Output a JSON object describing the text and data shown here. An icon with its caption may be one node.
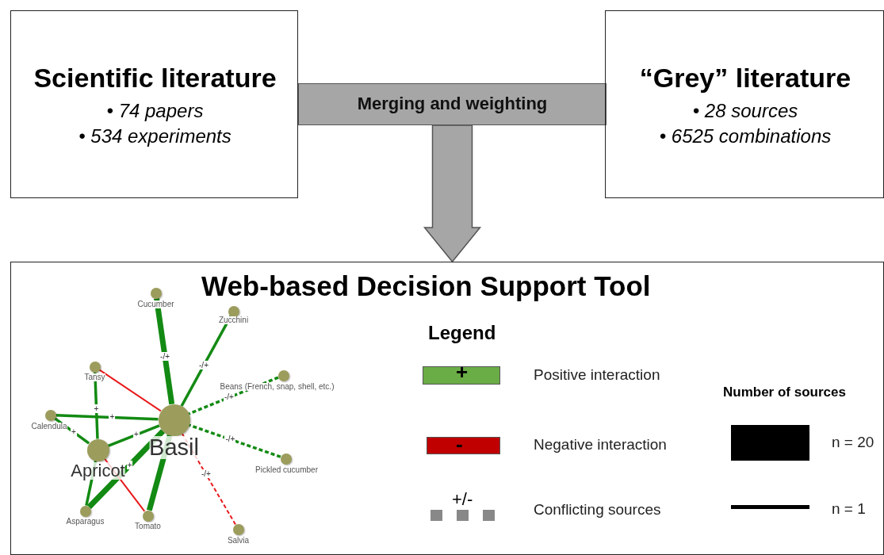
{
  "diagram": {
    "nodes": [
      {
        "text": [
          "Scientific literature",
          "• 74 papers",
          "• 534 experiments"
        ]
      },
      {
        "text": [
          "Merging and weighting"
        ]
      },
      {
        "text": [
          "“Grey” literature",
          "• 28 sources",
          "• 6525 combinations"
        ]
      },
      {
        "text": [
          "Web-based Decision Support Tool"
        ]
      },
      {
        "text": [],
        "shape": "circle",
        "in": 3,
        "beside": [
          "Cucumber"
        ]
      },
      {
        "text": [],
        "shape": "circle",
        "in": 3,
        "beside": [
          "Zucchini"
        ]
      },
      {
        "text": [],
        "shape": "circle",
        "in": 3,
        "beside": [
          "Tansy"
        ]
      },
      {
        "text": [],
        "shape": "circle",
        "in": 3,
        "beside": [
          "Beans (French, snap, shell, etc.)"
        ]
      },
      {
        "text": [],
        "shape": "circle",
        "in": 3,
        "beside": [
          "Calendula"
        ]
      },
      {
        "text": [],
        "shape": "circle",
        "in": 3,
        "beside": [
          "Basil"
        ]
      },
      {
        "text": [],
        "shape": "circle",
        "in": 3,
        "beside": [
          "Apricot"
        ]
      },
      {
        "text": [],
        "shape": "circle",
        "in": 3,
        "beside": [
          "Pickled cucumber"
        ]
      },
      {
        "text": [],
        "shape": "circle",
        "in": 3,
        "beside": [
          "Asparagus"
        ]
      },
      {
        "text": [],
        "shape": "circle",
        "in": 3,
        "beside": [
          "Tomato"
        ]
      },
      {
        "text": [],
        "shape": "circle",
        "in": 3,
        "beside": [
          "Salvia"
        ]
      }
    ],
    "edges": [
      {
        "from": 1,
        "to": 3,
        "arrow": "to",
        "style": "thick",
        "color": "#a6a6a6"
      },
      {
        "from": 4,
        "to": 9,
        "arrow": "none",
        "label": "-/+",
        "style": "thick"
      },
      {
        "from": 5,
        "to": 9,
        "arrow": "none",
        "label": "-/+"
      },
      {
        "from": 6,
        "to": 9,
        "arrow": "none",
        "color": "#e8191c"
      },
      {
        "from": 7,
        "to": 9,
        "arrow": "none",
        "label": "-/+",
        "style": "dashed"
      },
      {
        "from": 8,
        "to": 9,
        "arrow": "none",
        "label": "+"
      },
      {
        "from": 6,
        "to": 10,
        "arrow": "none",
        "label": "+"
      },
      {
        "from": 8,
        "to": 10,
        "arrow": "none",
        "label": "+"
      },
      {
        "from": 10,
        "to": 9,
        "arrow": "none",
        "label": "+"
      },
      {
        "from": 11,
        "to": 9,
        "arrow": "none",
        "label": "-/+",
        "style": "dashed"
      },
      {
        "from": 12,
        "to": 9,
        "arrow": "none",
        "label": "+",
        "style": "thick"
      },
      {
        "from": 13,
        "to": 9,
        "arrow": "none",
        "style": "thick"
      },
      {
        "from": 12,
        "to": 10,
        "arrow": "none"
      },
      {
        "from": 13,
        "to": 10,
        "arrow": "none",
        "color": "#e8191c"
      },
      {
        "from": 14,
        "to": 9,
        "arrow": "none",
        "label": "-/+",
        "style": "dashed",
        "color": "#e8191c"
      }
    ],
    "labels": [
      "Legend",
      "+",
      "-",
      "+/-",
      "Number of sources"
    ],
    "legend": [
      {
        "text": "Positive interaction",
        "color": "#6aac46"
      },
      {
        "text": "Negative interaction",
        "color": "#c00000"
      },
      {
        "text": "Conflicting sources"
      },
      {
        "text": "n = 20"
      },
      {
        "text": "n = 1"
      }
    ]
  }
}
